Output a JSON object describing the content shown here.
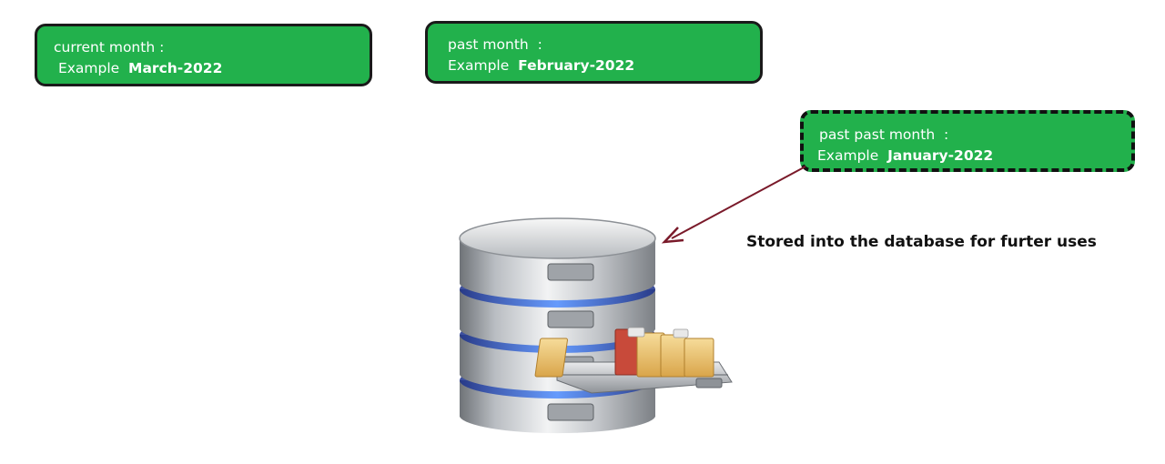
{
  "colors": {
    "box_fill": "#22b14c",
    "box_border": "#1a1a1a",
    "arrow": "#7a1a2a",
    "text_light": "#ffffff",
    "caption_text": "#111111"
  },
  "boxes": {
    "current": {
      "label": "current month :",
      "example_prefix": "Example",
      "example_value": "March-2022",
      "border_style": "solid"
    },
    "past": {
      "label": "past month  :",
      "example_prefix": "Example",
      "example_value": "February-2022",
      "border_style": "solid"
    },
    "past_past": {
      "label": "past past month  :",
      "example_prefix": "Example",
      "example_value": "January-2022",
      "border_style": "dashed"
    }
  },
  "caption": "Stored into the database for furter uses",
  "icons": {
    "database": "database-server-icon",
    "arrow": "arrow-to-database"
  }
}
